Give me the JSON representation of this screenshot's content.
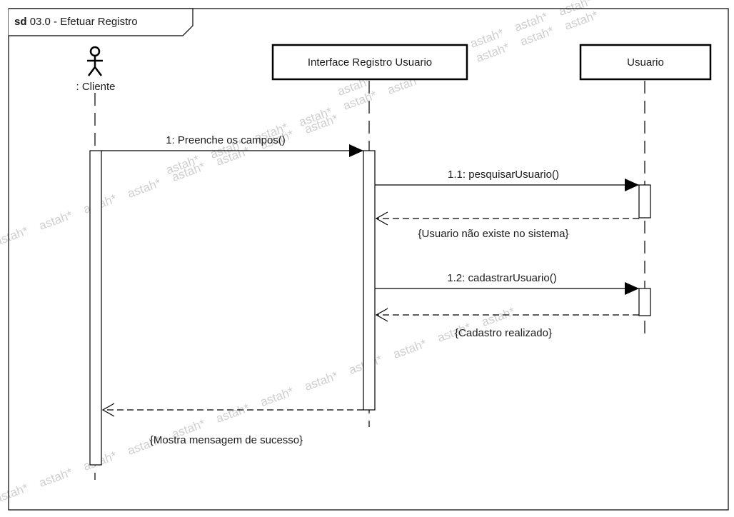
{
  "frame": {
    "keyword": "sd",
    "name": "03.0 - Efetuar Registro"
  },
  "lifelines": {
    "actor": ": Cliente",
    "interface": "Interface Registro Usuario",
    "usuario": "Usuario"
  },
  "messages": [
    {
      "label": "1: Preenche os campos()",
      "kind": "sync"
    },
    {
      "label": "1.1: pesquisarUsuario()",
      "kind": "sync"
    },
    {
      "label": "{Usuario não existe no sistema}",
      "kind": "reply"
    },
    {
      "label": "1.2: cadastrarUsuario()",
      "kind": "sync"
    },
    {
      "label": "{Cadastro realizado}",
      "kind": "reply"
    },
    {
      "label": "{Mostra mensagem de sucesso}",
      "kind": "reply"
    }
  ],
  "watermark": "astah*"
}
